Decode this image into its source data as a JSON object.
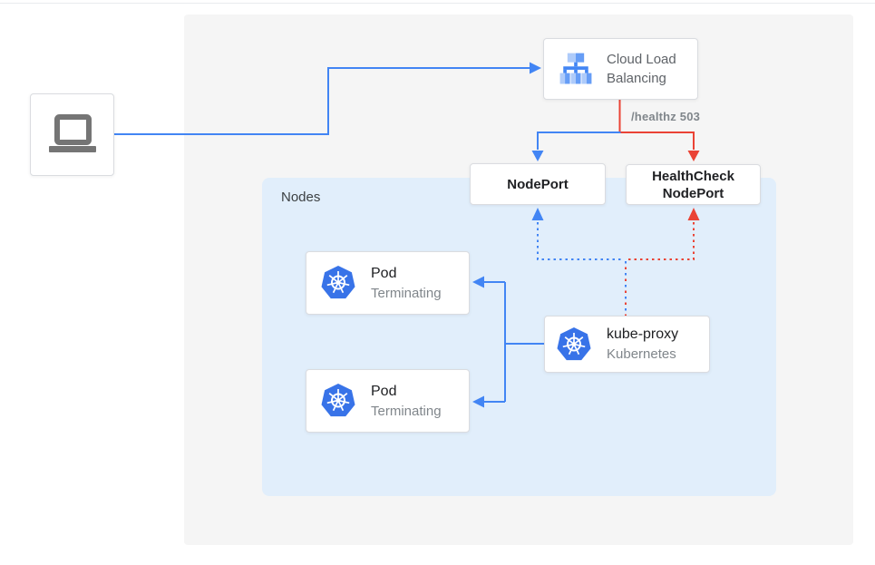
{
  "nodes_container": {
    "label": "Nodes"
  },
  "boxes": {
    "client": {
      "icon": "laptop-icon"
    },
    "cloud_load_balancing": {
      "label": "Cloud Load Balancing",
      "icon": "load-balancer-icon"
    },
    "nodeport": {
      "label": "NodePort"
    },
    "healthcheck_nodeport": {
      "label": "HealthCheck NodePort"
    },
    "pod_1": {
      "title": "Pod",
      "subtitle": "Terminating",
      "icon": "kubernetes-icon"
    },
    "pod_2": {
      "title": "Pod",
      "subtitle": "Terminating",
      "icon": "kubernetes-icon"
    },
    "kube_proxy": {
      "title": "kube-proxy",
      "subtitle": "Kubernetes",
      "icon": "kubernetes-icon"
    }
  },
  "annotations": {
    "healthz": "/healthz 503"
  },
  "colors": {
    "blue_line": "#4285f4",
    "red_line": "#ea4335",
    "panel_bg": "#f5f5f5",
    "nodes_bg": "#e1eefb",
    "box_border": "#dadce0",
    "laptop_gray": "#757575",
    "kubernetes_blue": "#3873e8",
    "lb_icon_light_blue": "#aecbfa",
    "lb_icon_mid_blue": "#669df6",
    "title_text": "#202124",
    "subtitle_text": "#80868b",
    "clb_text": "#5f6368",
    "nodes_text": "#3c4043"
  }
}
